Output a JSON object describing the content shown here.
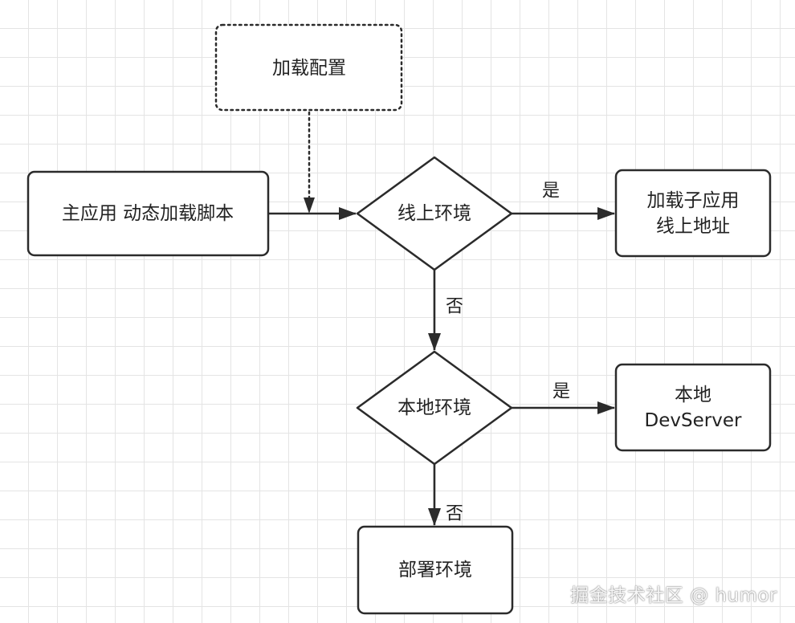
{
  "nodes": {
    "load_config": "加载配置",
    "main_app": "主应用 动态加载脚本",
    "online_env": "线上环境",
    "load_sub_app": [
      "加载子应用",
      "线上地址"
    ],
    "local_env": "本地环境",
    "local_devserver": [
      "本地",
      "DevServer"
    ],
    "deploy_env": "部署环境"
  },
  "edges": {
    "online_yes": "是",
    "online_no": "否",
    "local_yes": "是",
    "local_no": "否"
  },
  "watermark": "掘金技术社区 @ humor",
  "colors": {
    "stroke": "#2b2b2b",
    "grid": "#e4e4e4",
    "background": "#ffffff"
  }
}
